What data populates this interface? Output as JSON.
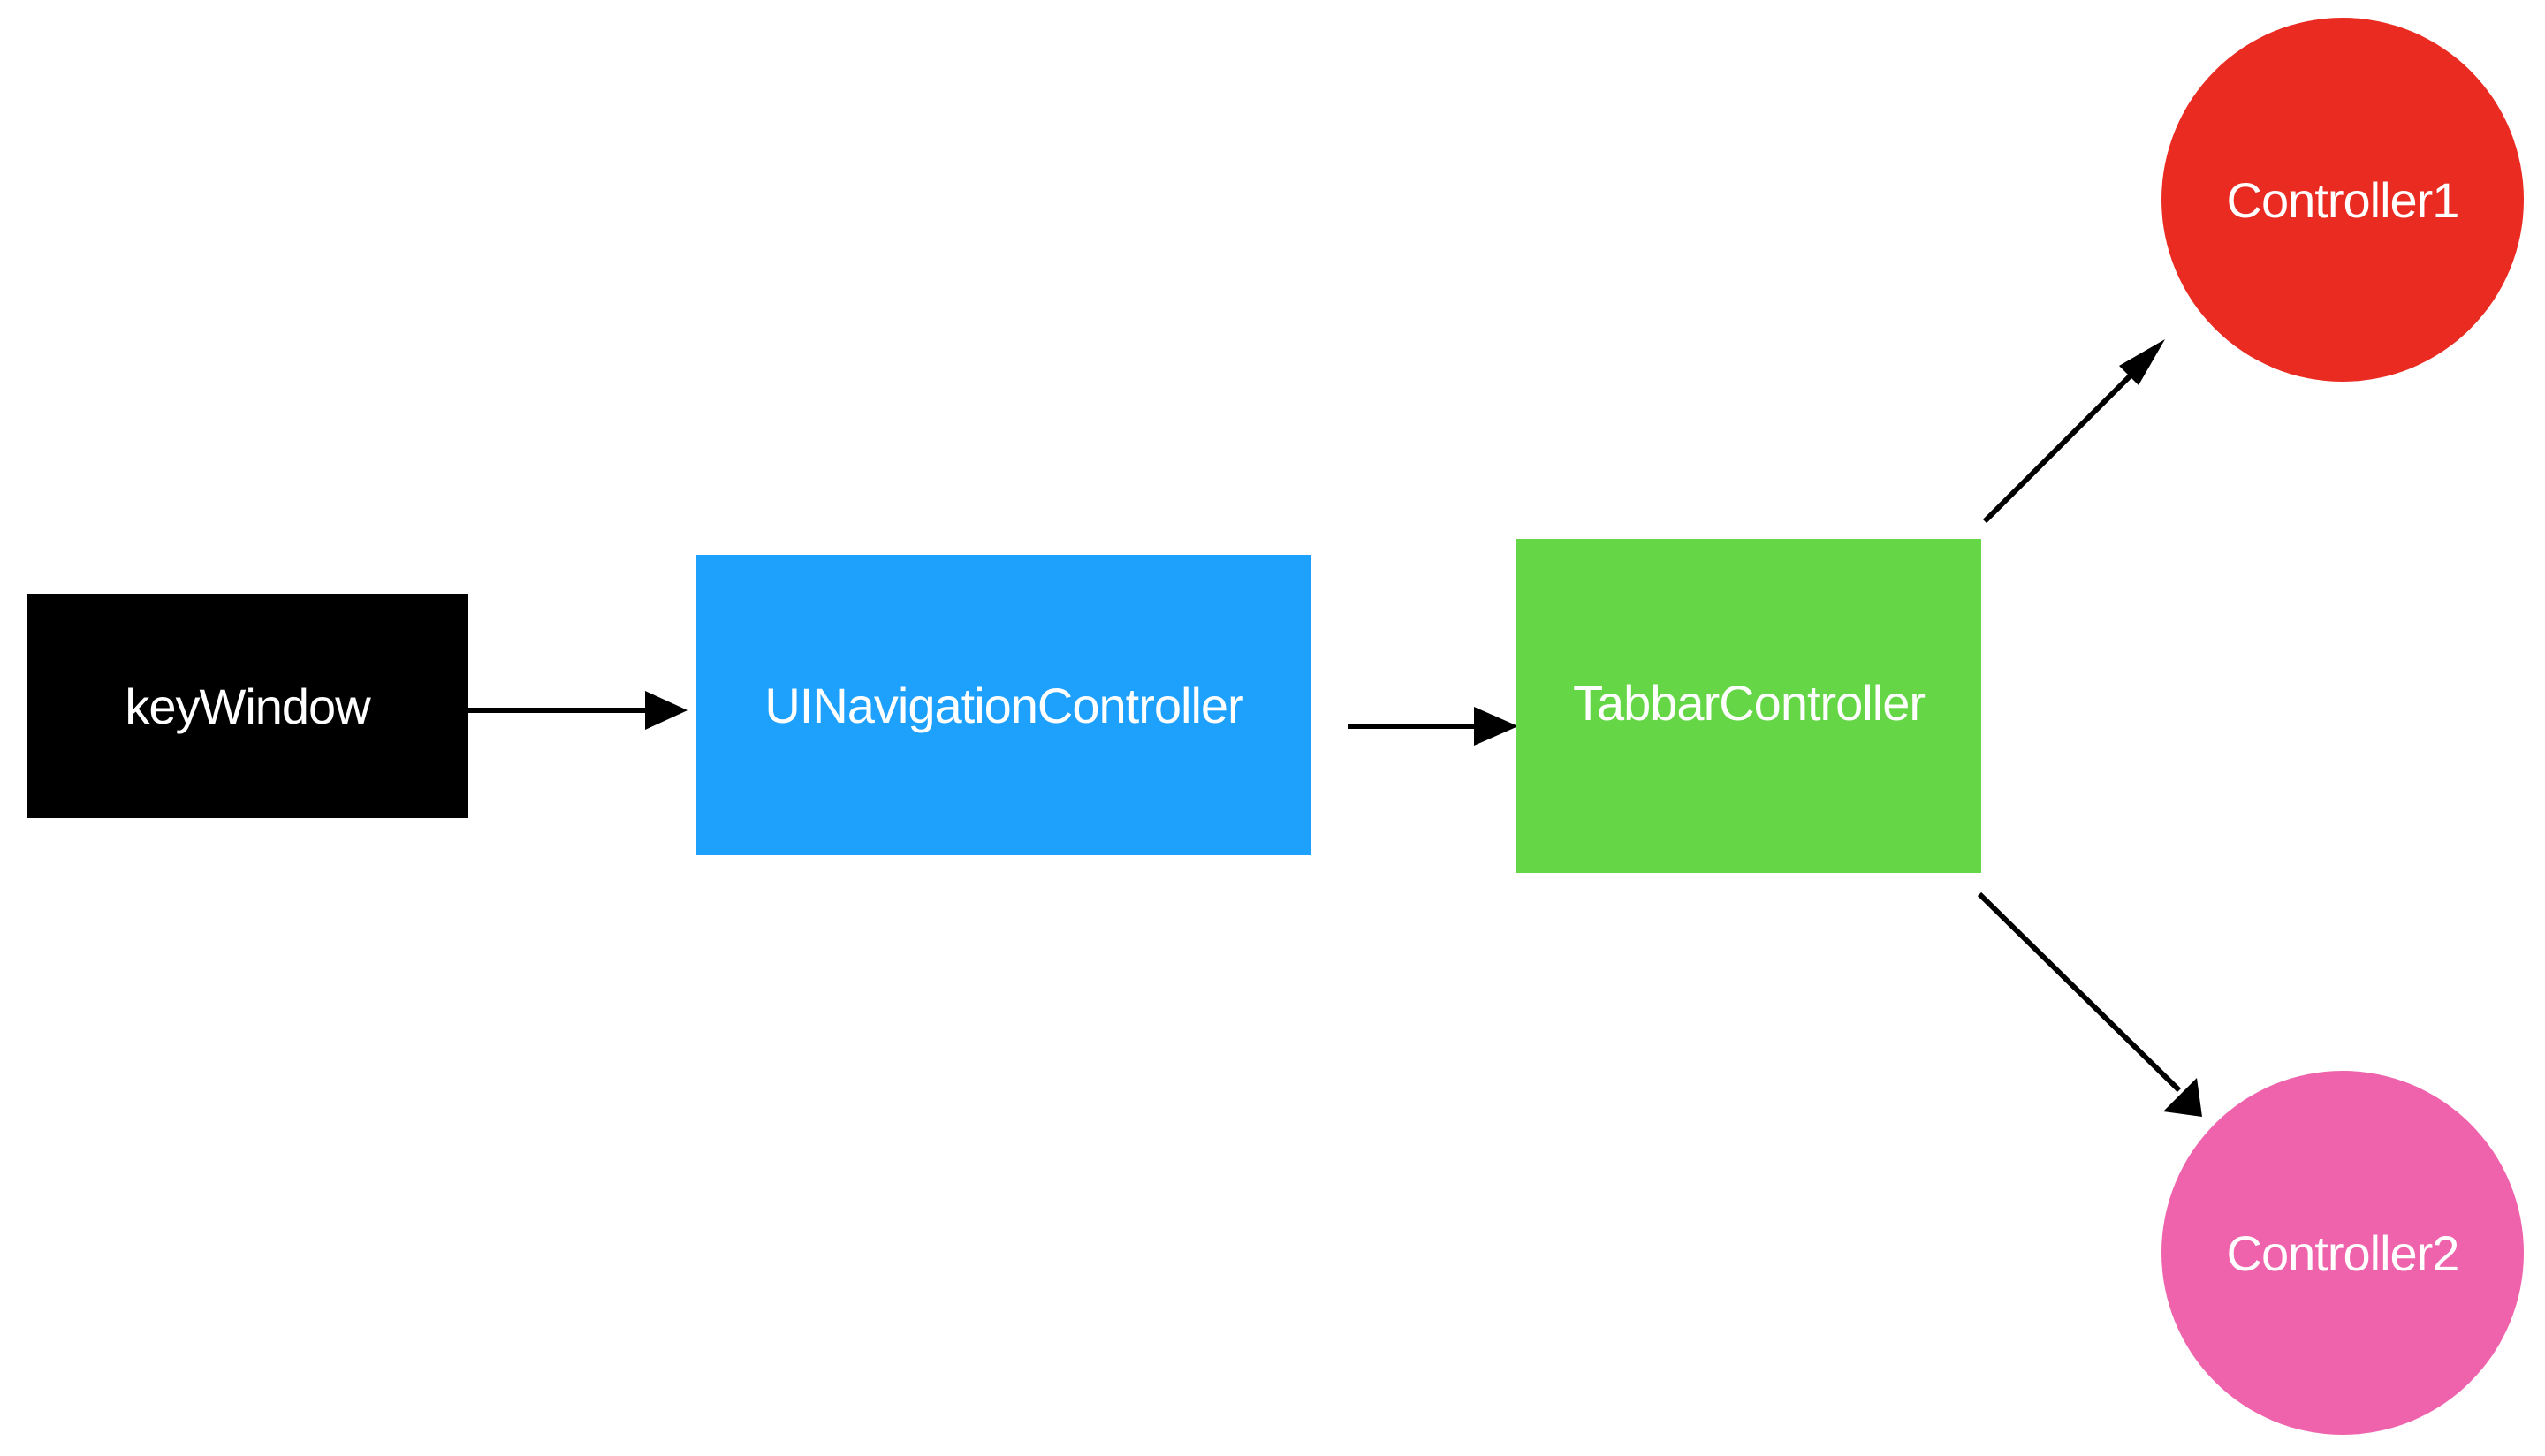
{
  "diagram": {
    "nodes": [
      {
        "id": "keywindow",
        "label": "keyWindow",
        "shape": "rectangle",
        "color": "#000000"
      },
      {
        "id": "nav",
        "label": "UINavigationController",
        "shape": "rectangle",
        "color": "#1DA1FC"
      },
      {
        "id": "tabbar",
        "label": "TabbarController",
        "shape": "rectangle",
        "color": "#65D746"
      },
      {
        "id": "c1",
        "label": "Controller1",
        "shape": "circle",
        "color": "#EA2B22"
      },
      {
        "id": "c2",
        "label": "Controller2",
        "shape": "circle",
        "color": "#EE63AB"
      }
    ],
    "edges": [
      {
        "from": "keyWindow",
        "to": "UINavigationController"
      },
      {
        "from": "UINavigationController",
        "to": "TabbarController"
      },
      {
        "from": "TabbarController",
        "to": "Controller1"
      },
      {
        "from": "TabbarController",
        "to": "Controller2"
      }
    ],
    "edge_color": "#000000"
  }
}
